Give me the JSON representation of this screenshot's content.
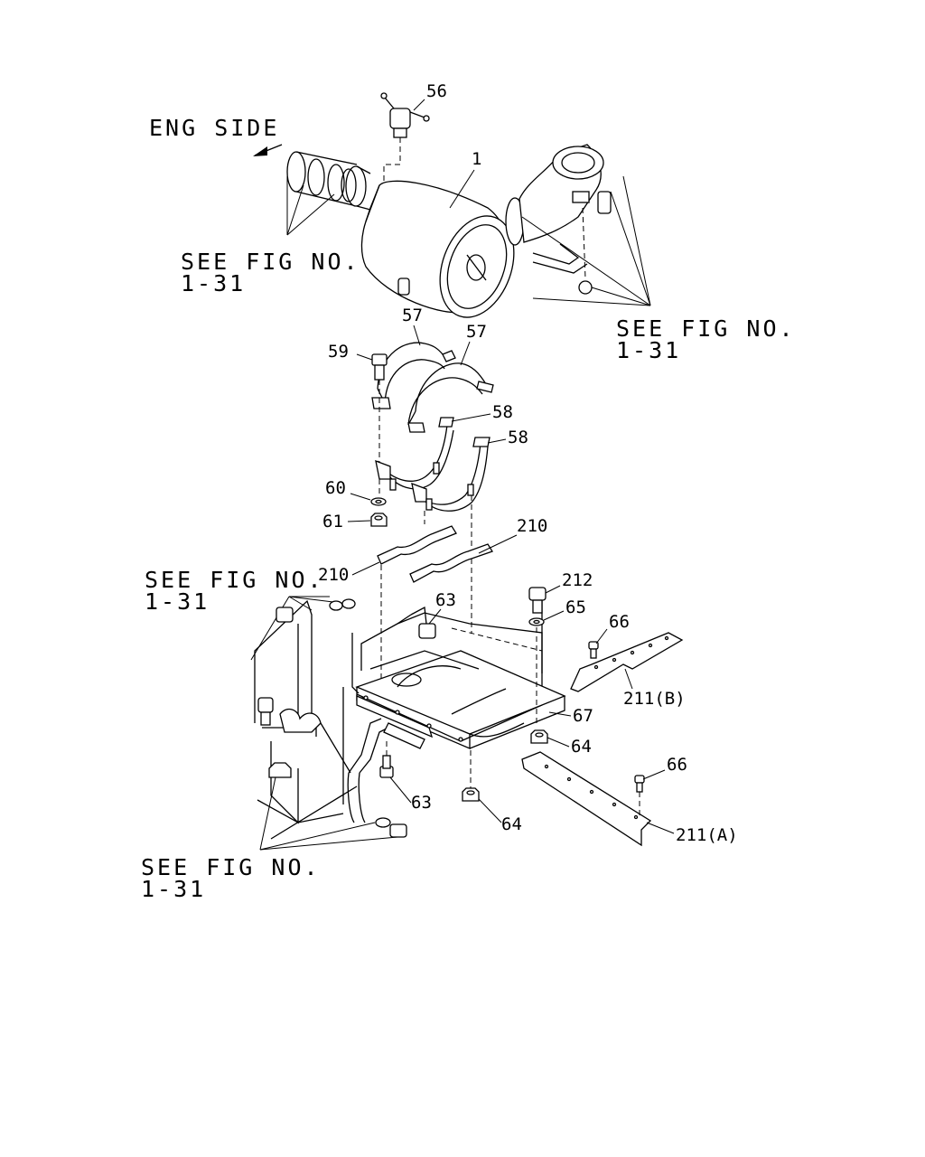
{
  "notes": {
    "eng_side": "ENG SIDE",
    "see_fig": "SEE FIG NO.",
    "fig_ref": "1-31"
  },
  "callouts": {
    "c1": "1",
    "c56": "56",
    "c57a": "57",
    "c57b": "57",
    "c58a": "58",
    "c58b": "58",
    "c59": "59",
    "c60": "60",
    "c61": "61",
    "c63a": "63",
    "c63b": "63",
    "c64a": "64",
    "c64b": "64",
    "c65": "65",
    "c66a": "66",
    "c66b": "66",
    "c67": "67",
    "c210a": "210",
    "c210b": "210",
    "c211a": "211(A)",
    "c211b": "211(B)",
    "c212": "212"
  }
}
